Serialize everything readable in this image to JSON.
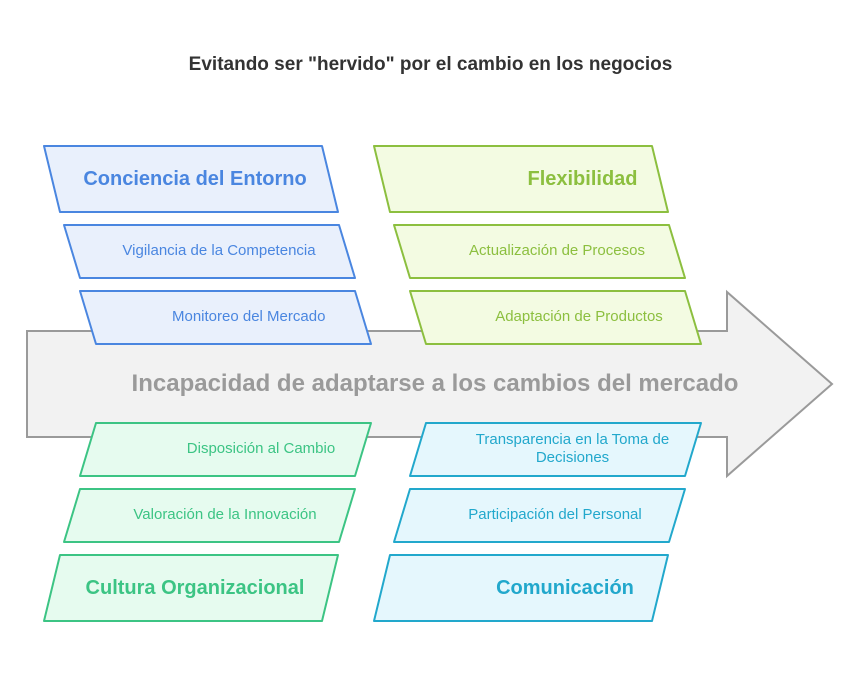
{
  "title": "Evitando ser \"hervido\" por el cambio en los negocios",
  "problem": "Incapacidad de adaptarse a los cambios del mercado",
  "categories": [
    {
      "name": "Conciencia del Entorno",
      "causes": [
        "Vigilancia de la Competencia",
        "Monitoreo del Mercado"
      ],
      "color": "#4a86e0",
      "fill": "#e9f0fc"
    },
    {
      "name": "Flexibilidad",
      "causes": [
        "Actualización de Procesos",
        "Adaptación de Productos"
      ],
      "color": "#8cbf3f",
      "fill": "#f3fbe2"
    },
    {
      "name": "Cultura Organizacional",
      "causes": [
        "Disposición al Cambio",
        "Valoración de la Innovación"
      ],
      "color": "#3cc484",
      "fill": "#e6fbef"
    },
    {
      "name": "Comunicación",
      "causes": [
        "Transparencia en la Toma de Decisiones",
        "Participación del Personal"
      ],
      "color": "#22a8cc",
      "fill": "#e5f7fd"
    }
  ],
  "arrow": {
    "fill": "#f2f2f2",
    "stroke": "#9a9a9a"
  }
}
